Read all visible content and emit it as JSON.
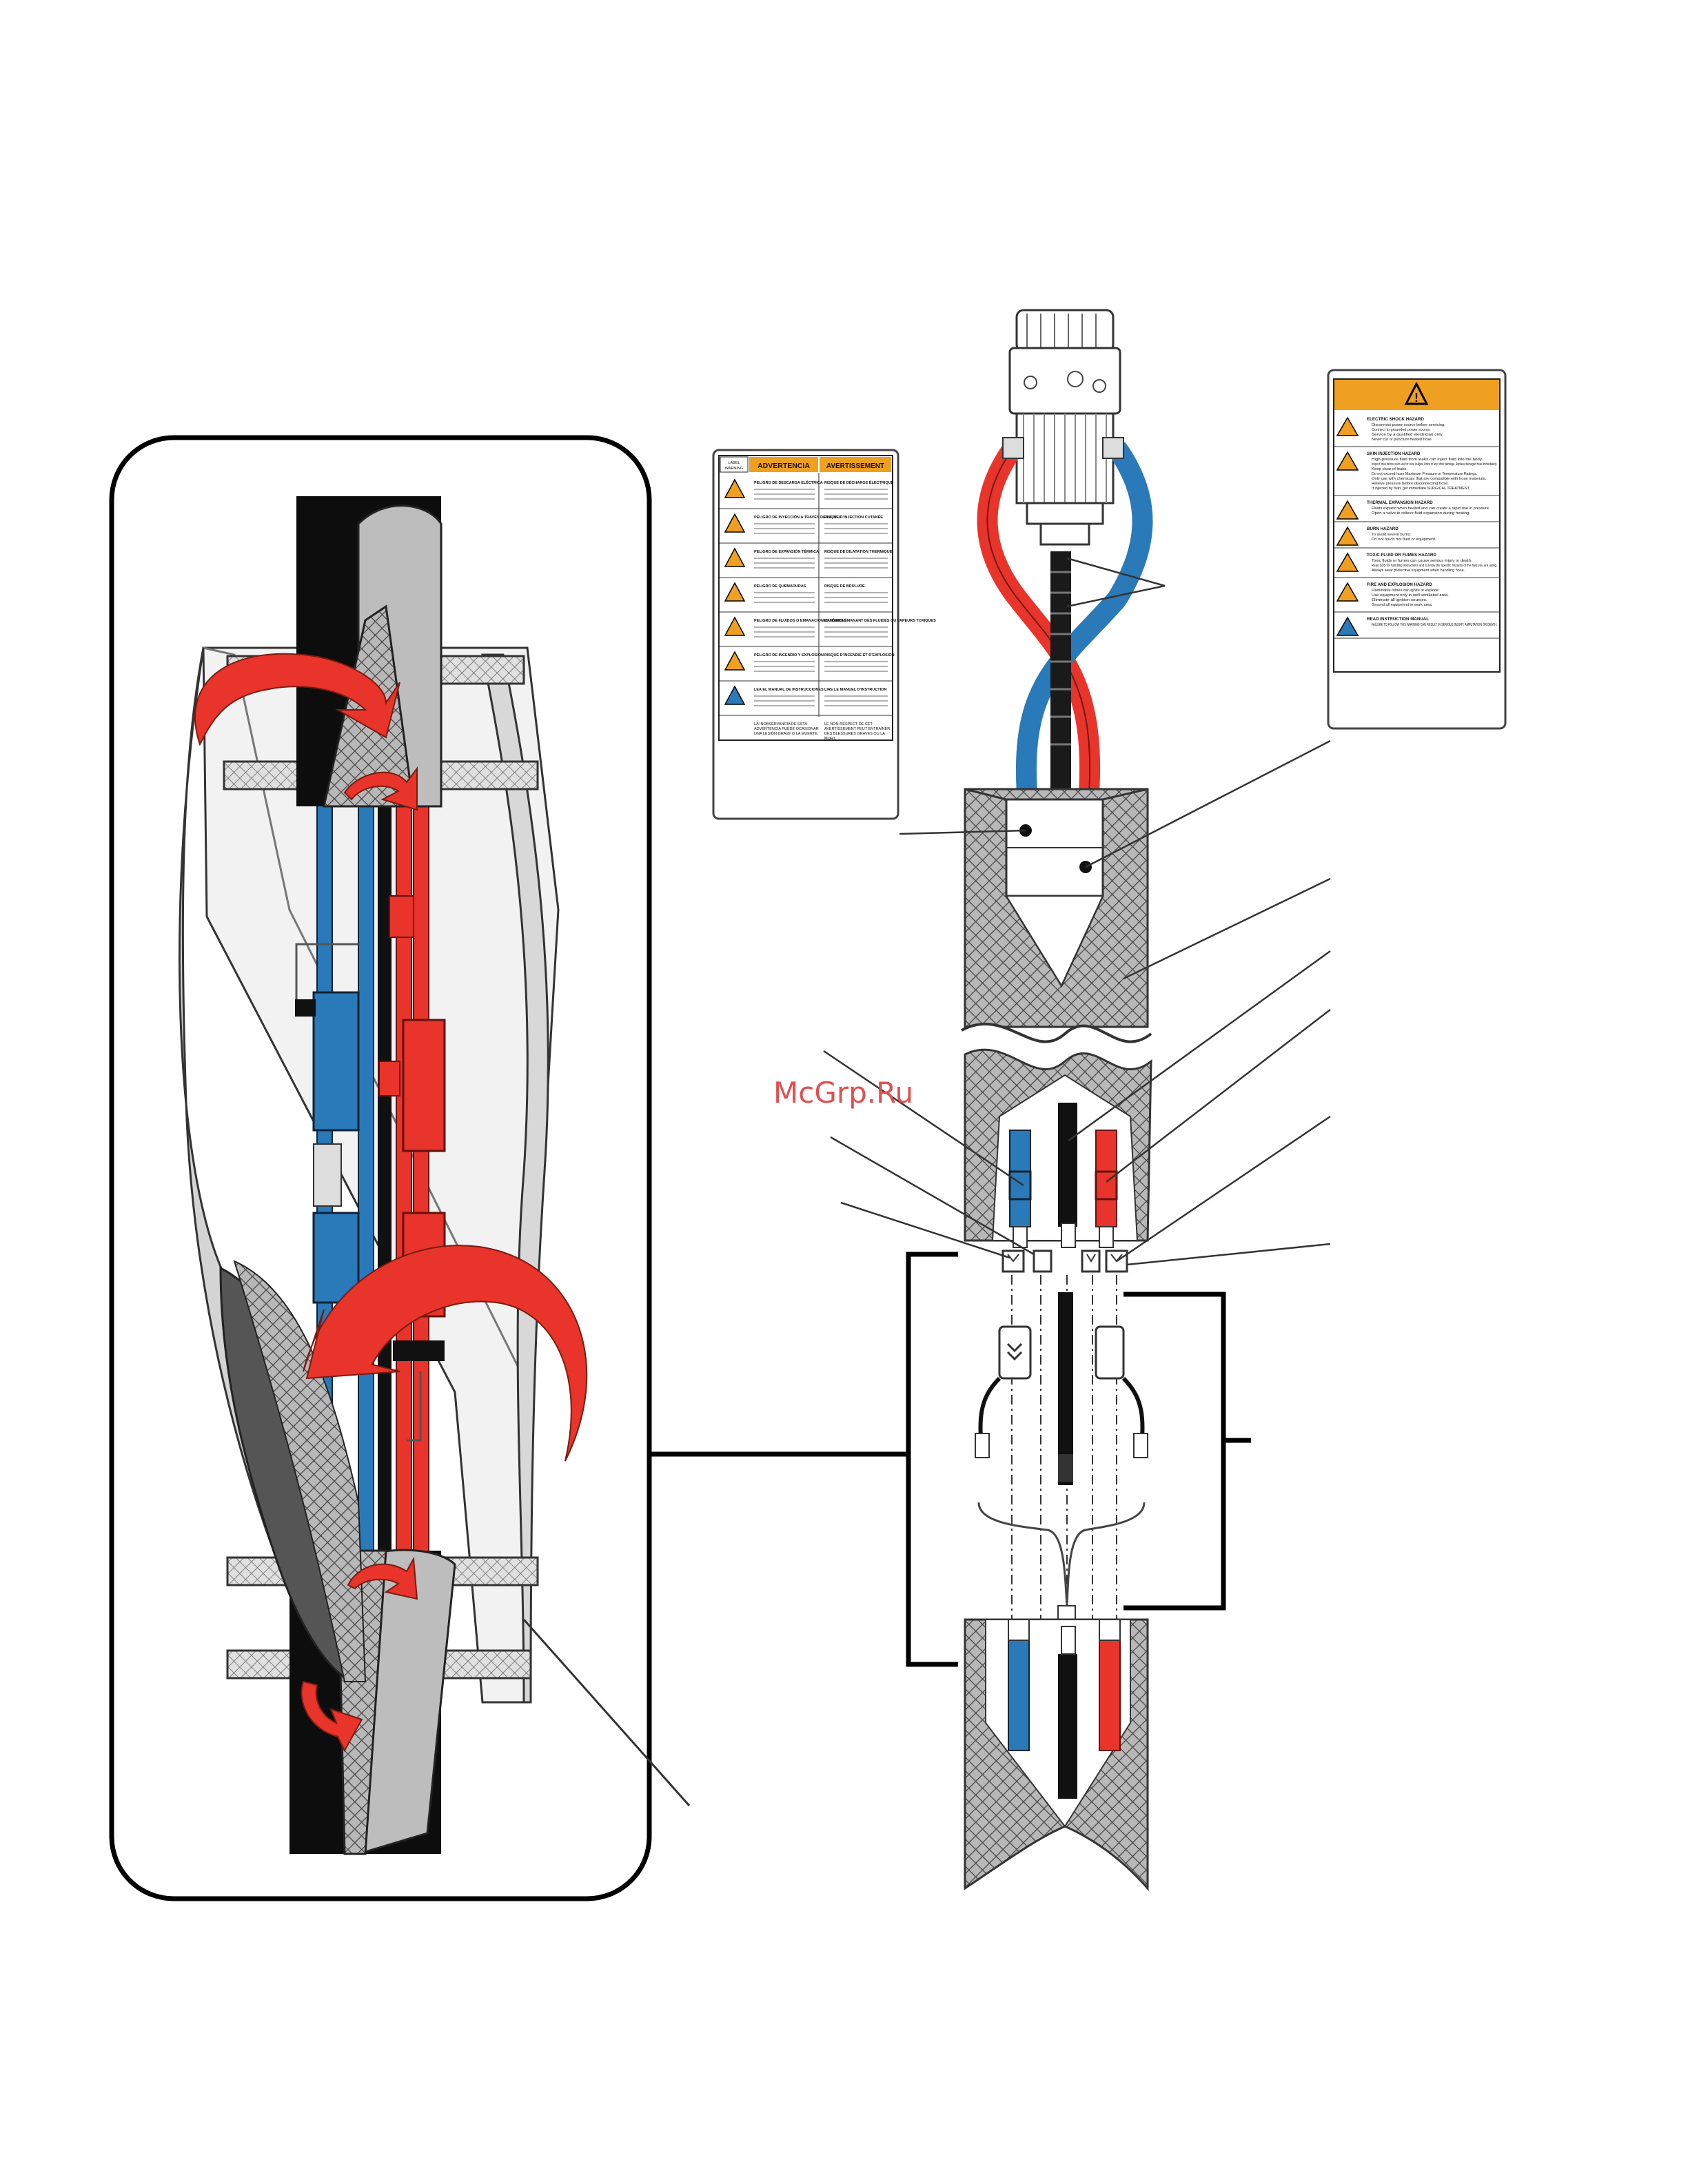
{
  "watermark": "McGrp.Ru",
  "colors": {
    "hose_red": "#e8342a",
    "hose_blue": "#2a79b8",
    "hose_black": "#111111",
    "warning_orange": "#f0a020",
    "mesh_gray": "#9a9a9a",
    "watermark": "#e05050"
  },
  "label_multilingual": {
    "corner_text": "LABEL\nWARNING",
    "header_es": "ADVERTENCIA",
    "header_fr": "AVERTISSEMENT",
    "sections_es": [
      "PELIGRO DE DESCARGA ELÉCTRICA",
      "PELIGRO DE INYECCIÓN A TRAVÉS DE LA PIEL",
      "PELIGRO DE EXPANSIÓN TÉRMICA",
      "PELIGRO DE QUEMADURAS",
      "PELIGRO DE FLUIDOS O EMANACIONES TÓXICAS",
      "PELIGRO DE INCENDIO Y EXPLOSIÓN",
      "LEA EL MANUAL DE INSTRUCCIONES"
    ],
    "sections_fr": [
      "RISQUE DE DÉCHARGE ÉLECTRIQUE",
      "RISQUE D'INJECTION CUTANÉE",
      "RISQUE DE DILATATION THERMIQUE",
      "RISQUE DE BRÛLURE",
      "DANGERS ÉMANANT DES FLUIDES OU VAPEURS TOXIQUES",
      "RISQUE D'INCENDIE ET D'EXPLOSION",
      "LIRE LE MANUEL D'INSTRUCTION"
    ],
    "footer_es": "LA INOBSERVANCIA DE ESTA ADVERTENCIA PUEDE OCASIONAR UNA LESIÓN GRAVE O LA MUERTE.",
    "footer_fr": "LE NON-RESPECT DE CET AVERTISSEMENT PEUT ENTRAÎNER DES BLESSURES GRAVES OU LA MORT."
  },
  "label_english": {
    "sections": [
      {
        "title": "ELECTRIC SHOCK HAZARD",
        "lines": [
          "Disconnect power source before servicing.",
          "Connect to grounded power source.",
          "Service by a qualified electrician only.",
          "Never cut or puncture heated hose."
        ]
      },
      {
        "title": "SKIN INJECTION HAZARD",
        "lines": [
          "High-pressure fluid from leaks can inject fluid into the body.",
          "Inspect hose before each use for cuts, bulges, kinks or any other damage. Replace damaged hose immediately.",
          "Keep clear of leaks.",
          "Do not exceed hose Maximum Pressure or Temperature Ratings.",
          "Only use with chemicals that are compatible with hose materials.",
          "Relieve pressure before disconnecting hose.",
          "If injected by fluid, get immediate SURGICAL TREATMENT."
        ]
      },
      {
        "title": "THERMAL EXPANSION HAZARD",
        "lines": [
          "Fluids expand when heated and can create a rapid rise in pressure.",
          "Open a valve to relieve fluid expansion during heating."
        ]
      },
      {
        "title": "BURN HAZARD",
        "lines": [
          "To avoid severe burns:",
          "Do not touch hot fluid or equipment."
        ]
      },
      {
        "title": "TOXIC FLUID OR FUMES HAZARD",
        "lines": [
          "Toxic fluids or fumes can cause serious injury or death.",
          "Read SDS for handling instructions and to know the specific hazards of the fluid you are using.",
          "Always wear protective equipment when handling hose."
        ]
      },
      {
        "title": "FIRE AND EXPLOSION HAZARD",
        "lines": [
          "Flammable fumes can ignite or explode.",
          "Use equipment only in well ventilated area.",
          "Eliminate all ignition sources.",
          "Ground all equipment in work area."
        ]
      },
      {
        "title": "READ INSTRUCTION MANUAL",
        "lines": [
          "FAILURE TO FOLLOW THIS WARNING CAN RESULT IN SERIOUS INJURY, AMPUTATION OR DEATH."
        ]
      }
    ]
  }
}
